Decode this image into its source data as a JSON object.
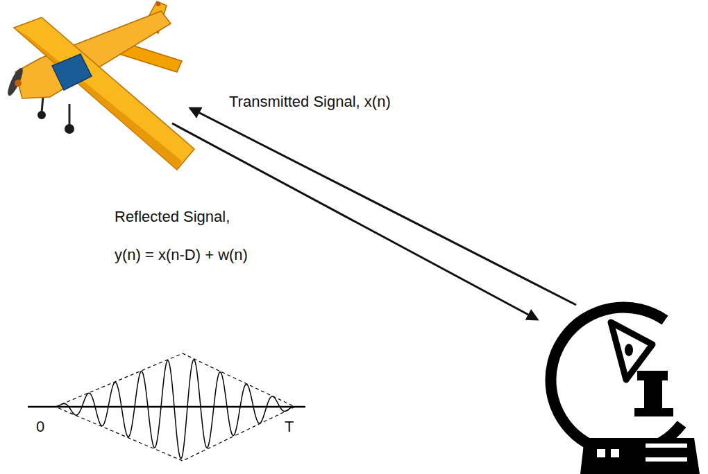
{
  "diagram": {
    "labels": [
      "Transmitted Signal, x(n)",
      "Reflected Signal,",
      "y(n) = x(n-D) + w(n)",
      "0",
      "T"
    ]
  }
}
